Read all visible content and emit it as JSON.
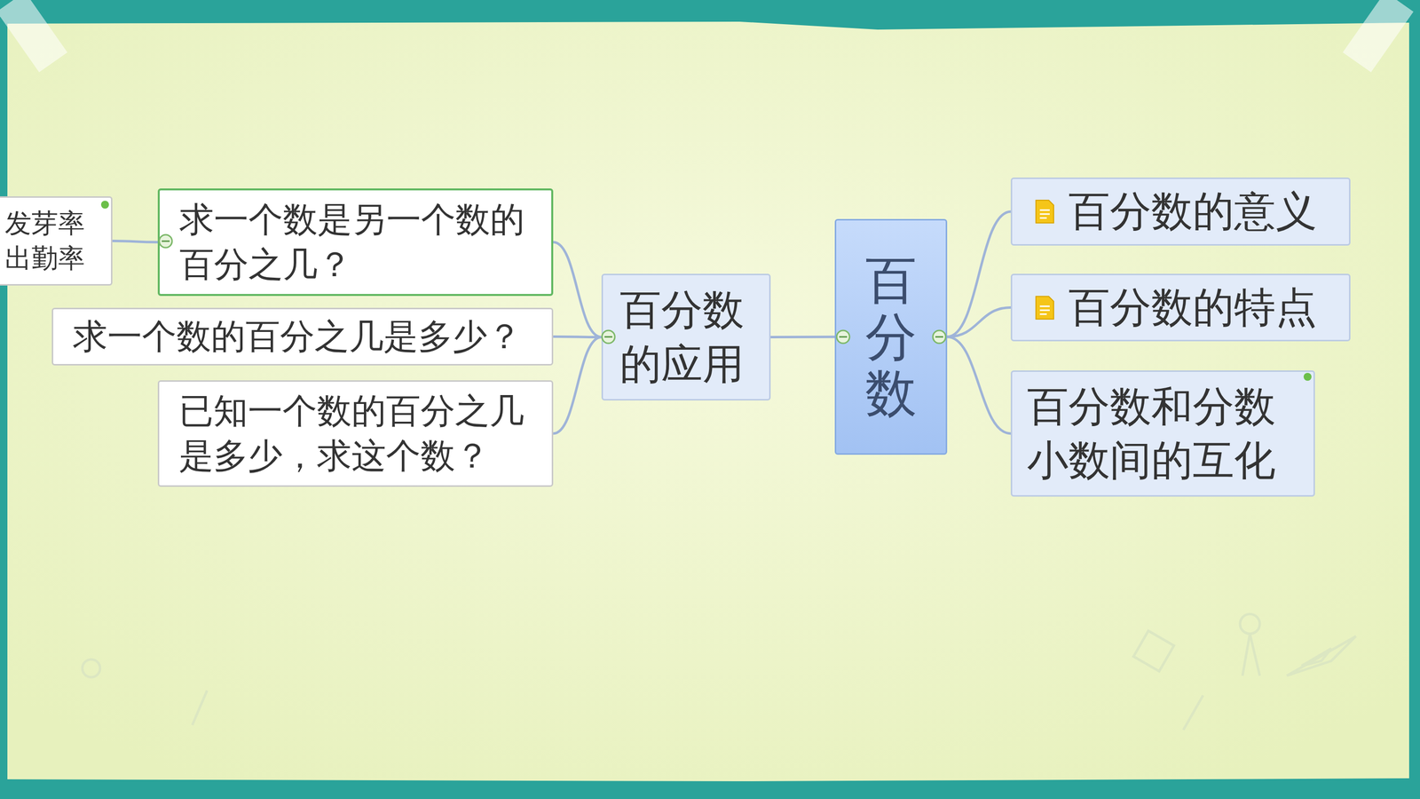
{
  "diagram": {
    "nodes": [
      {
        "text": [
          "百分数"
        ]
      },
      {
        "text": [
          "百分数的应用"
        ]
      },
      {
        "text": [
          "求一个数是另一个数的百分之几？"
        ]
      },
      {
        "text": [
          "发芽率 出勤率"
        ]
      },
      {
        "text": [
          "求一个数的百分之几是多少？"
        ]
      },
      {
        "text": [
          "已知一个数的百分之几是多少，求这个数？"
        ]
      },
      {
        "text": [
          "百分数的意义"
        ]
      },
      {
        "text": [
          "百分数的特点"
        ]
      },
      {
        "text": [
          "百分数和分数小数间的互化"
        ]
      }
    ],
    "edges": [
      {
        "from": 0,
        "to": 1,
        "arrow": "none"
      },
      {
        "from": 1,
        "to": 2,
        "arrow": "none"
      },
      {
        "from": 2,
        "to": 3,
        "arrow": "none"
      },
      {
        "from": 1,
        "to": 4,
        "arrow": "none"
      },
      {
        "from": 1,
        "to": 5,
        "arrow": "none"
      },
      {
        "from": 0,
        "to": 6,
        "arrow": "none"
      },
      {
        "from": 0,
        "to": 7,
        "arrow": "none"
      },
      {
        "from": 0,
        "to": 8,
        "arrow": "none"
      }
    ]
  }
}
